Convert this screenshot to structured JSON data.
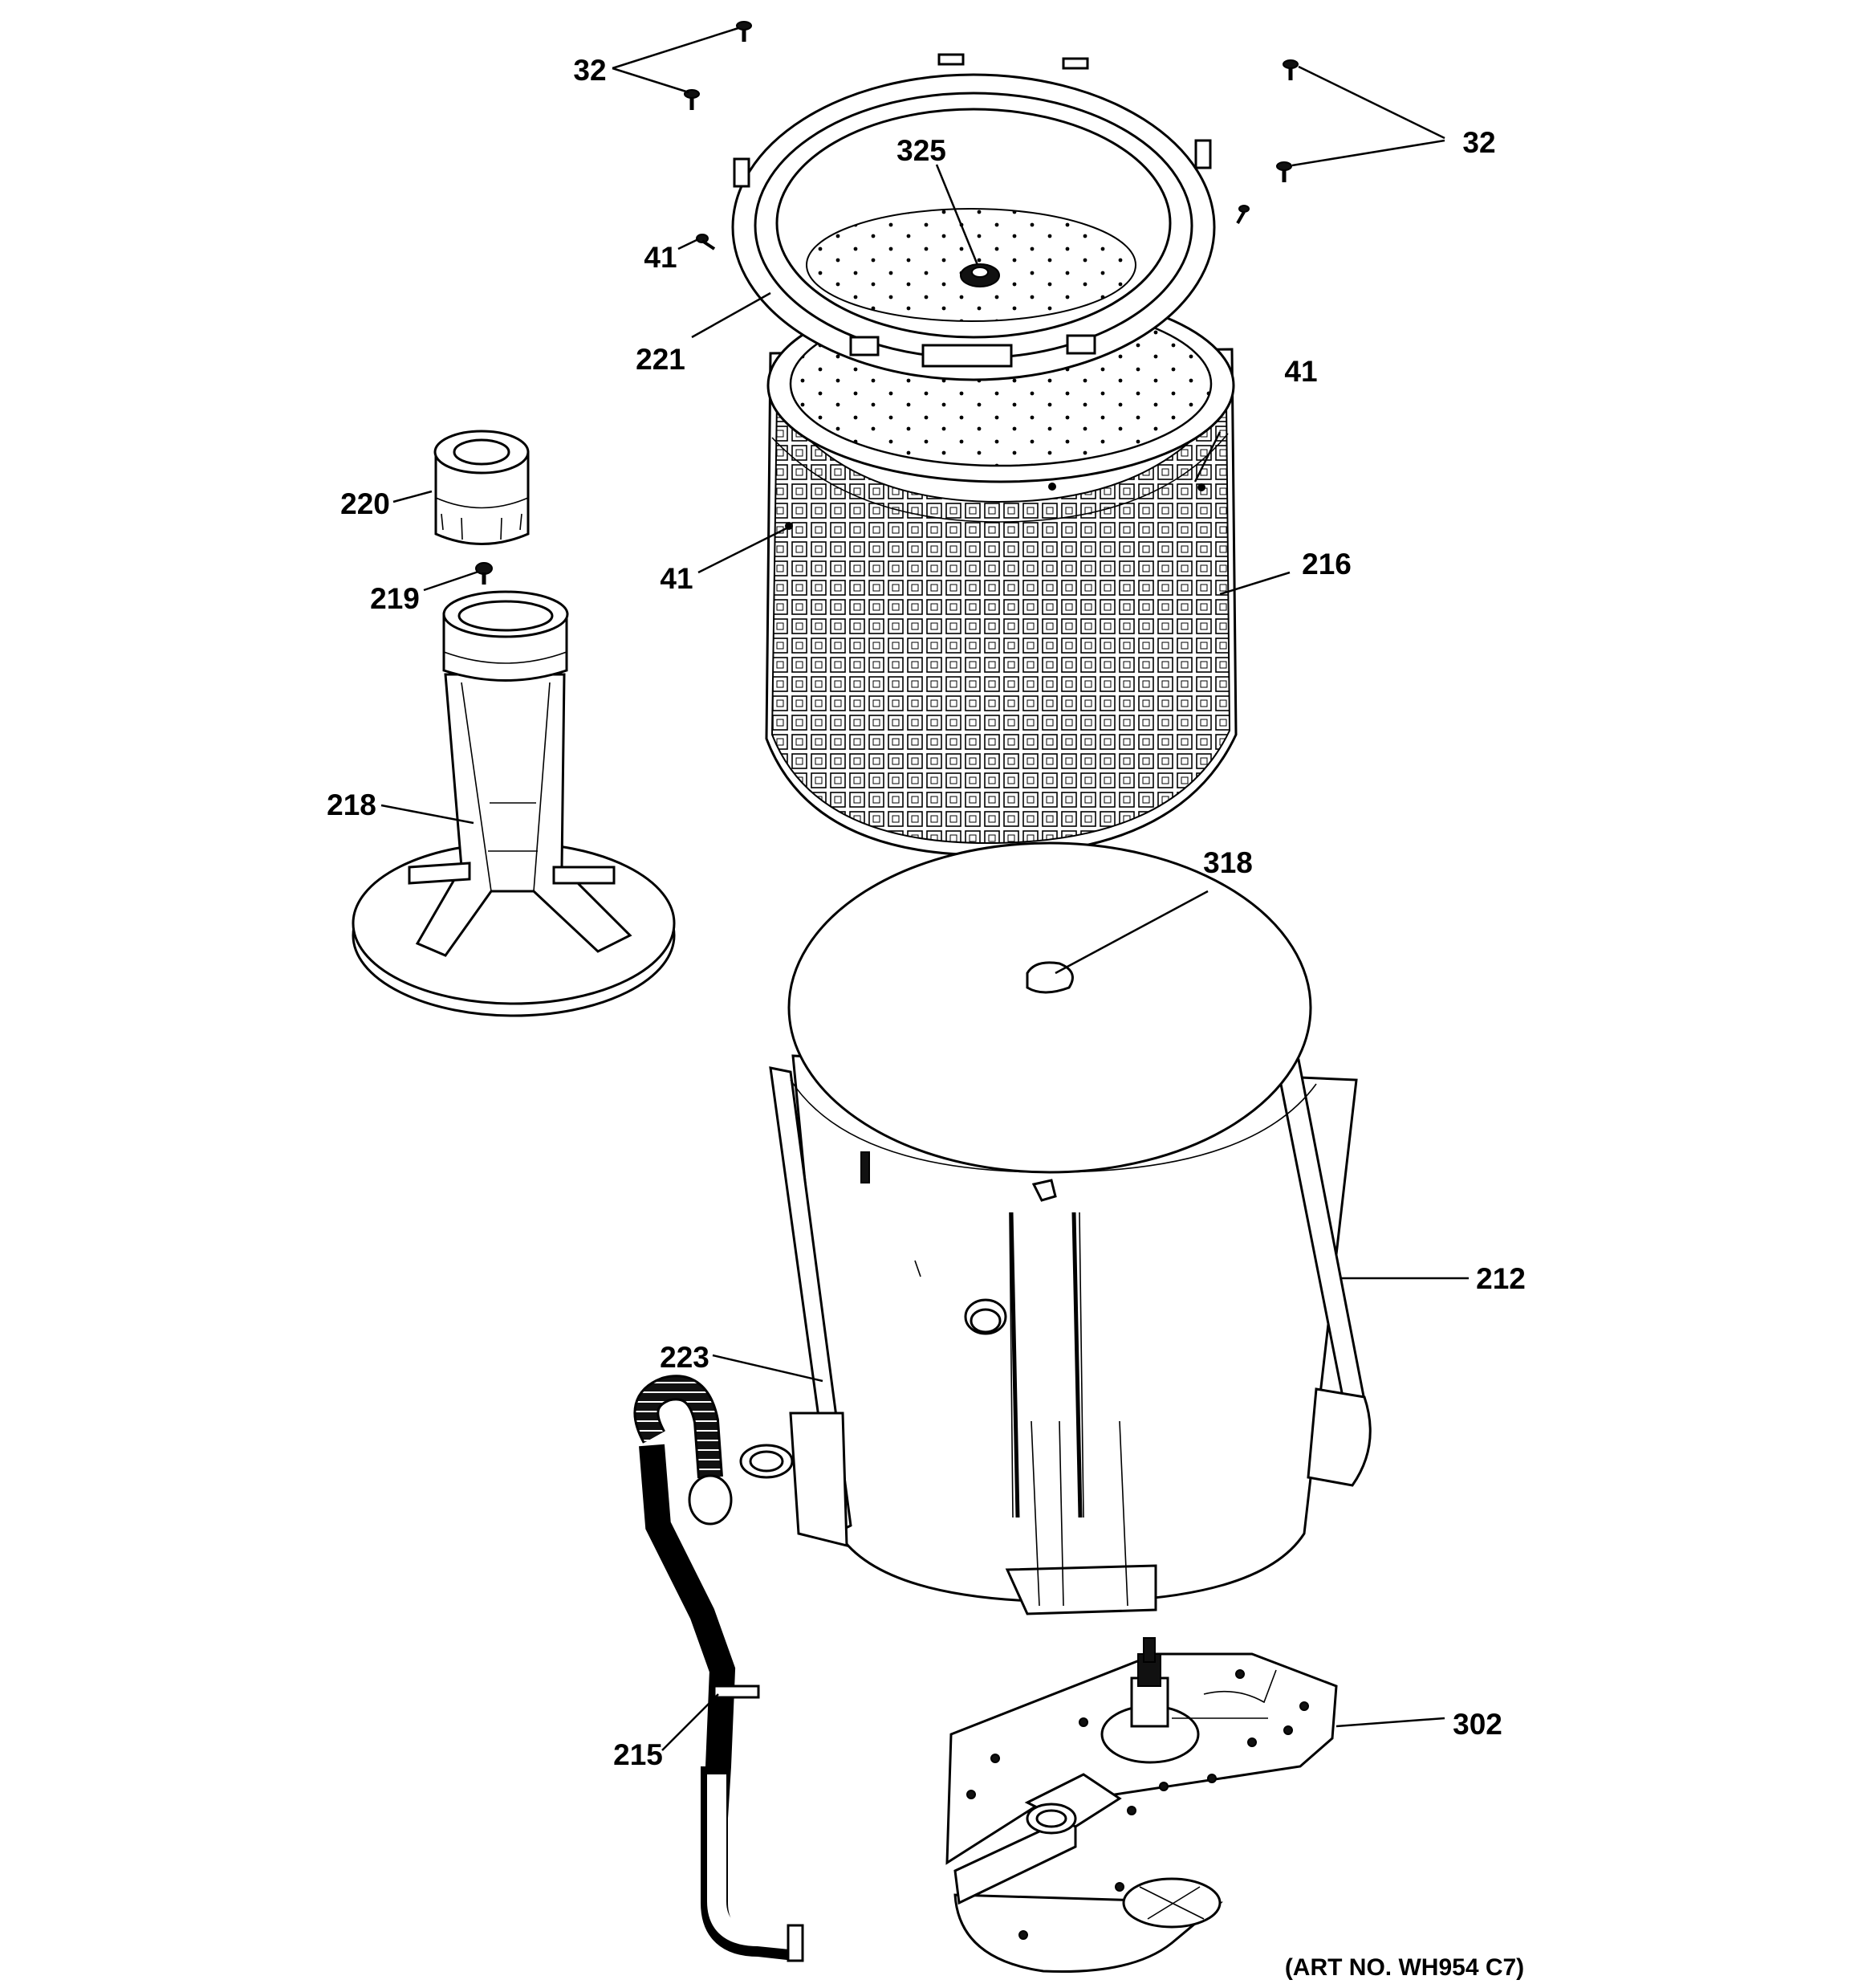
{
  "diagram": {
    "callouts": [
      {
        "id": "32-top-left",
        "text": "32"
      },
      {
        "id": "32-top-right",
        "text": "32"
      },
      {
        "id": "325",
        "text": "325"
      },
      {
        "id": "41-ring",
        "text": "41"
      },
      {
        "id": "221",
        "text": "221"
      },
      {
        "id": "41-basket-right",
        "text": "41"
      },
      {
        "id": "220",
        "text": "220"
      },
      {
        "id": "41-basket-left",
        "text": "41"
      },
      {
        "id": "216",
        "text": "216"
      },
      {
        "id": "219",
        "text": "219"
      },
      {
        "id": "218",
        "text": "218"
      },
      {
        "id": "318",
        "text": "318"
      },
      {
        "id": "212",
        "text": "212"
      },
      {
        "id": "223",
        "text": "223"
      },
      {
        "id": "215",
        "text": "215"
      },
      {
        "id": "302",
        "text": "302"
      }
    ],
    "art_number": "(ART NO. WH954 C7)"
  }
}
